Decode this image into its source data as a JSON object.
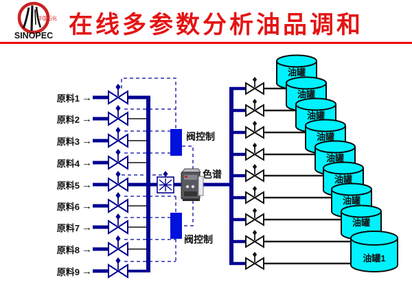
{
  "header": {
    "title": "在线多参数分析油品调和",
    "logo": {
      "brand": "SINOPEC",
      "brand_cn": "中国石化"
    }
  },
  "diagram": {
    "arrow": "→",
    "materials": [
      "原料1",
      "原料2",
      "原料3",
      "原料4",
      "原料5",
      "原料6",
      "原料7",
      "原料8",
      "原料9"
    ],
    "tanks": [
      "油罐",
      "油罐",
      "油罐",
      "油罐",
      "油罐",
      "油罐",
      "油罐",
      "油罐",
      "油罐1"
    ],
    "controllers": {
      "top": "阀控制",
      "bottom": "阀控制"
    },
    "analyzer": "色谱",
    "colors": {
      "pipe": "#000091",
      "tank_fill": "#00f2ff",
      "controller_box": "#0010dd",
      "title_red": "#e41414"
    }
  }
}
